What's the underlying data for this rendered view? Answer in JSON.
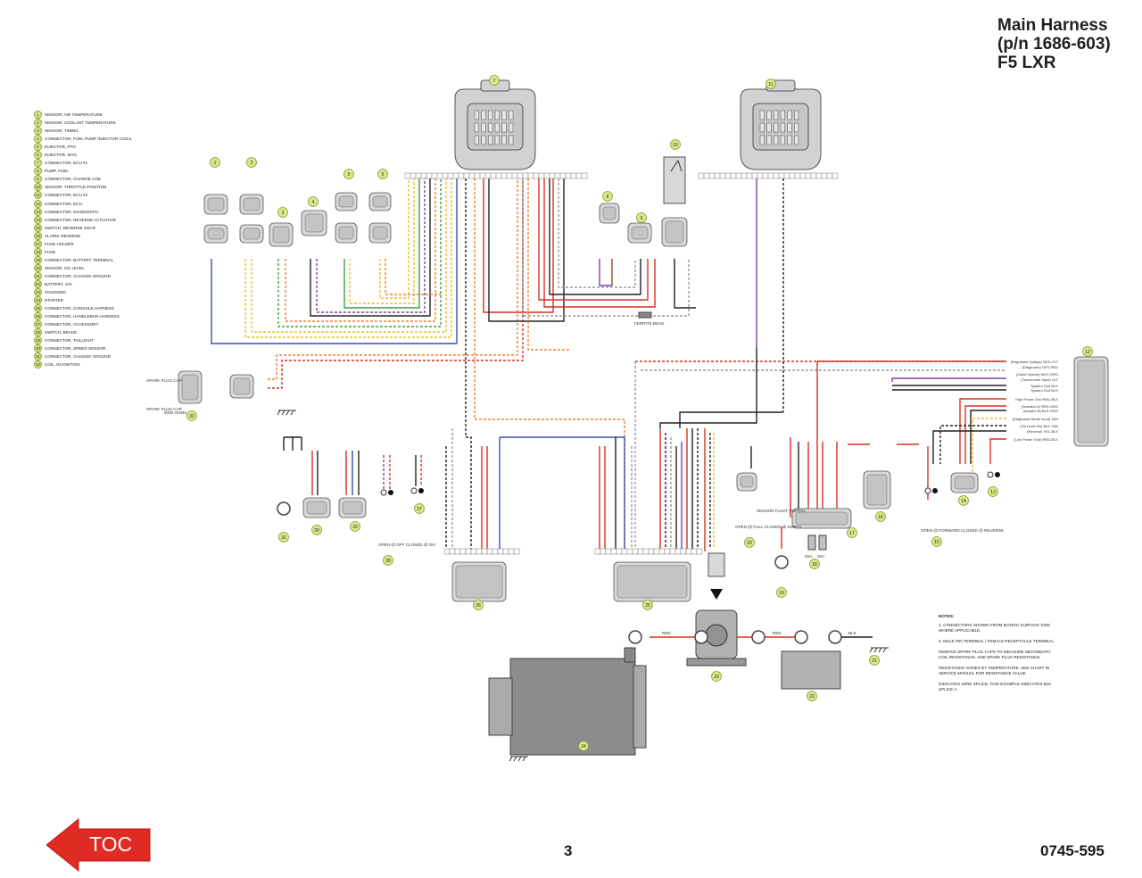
{
  "title_lines": [
    "Main Harness",
    "(p/n 1686-603)",
    "F5 LXR"
  ],
  "page_number": "3",
  "doc_number": "0745-595",
  "toc_label": "TOC",
  "legend": [
    {
      "n": "1",
      "label": "SENSOR, AIR TEMPERATURE"
    },
    {
      "n": "2",
      "label": "SENSOR, COOLANT TEMPERATURE"
    },
    {
      "n": "3",
      "label": "SENSOR, TIMING"
    },
    {
      "n": "4",
      "label": "CONNECTOR, FUEL PUMP INJECTOR COILS"
    },
    {
      "n": "5",
      "label": "INJECTOR, PTO"
    },
    {
      "n": "6",
      "label": "INJECTOR, MAG"
    },
    {
      "n": "7",
      "label": "CONNECTOR, ECU #1"
    },
    {
      "n": "8",
      "label": "PUMP, FUEL"
    },
    {
      "n": "9",
      "label": "CONNECTOR, CHARGE COIL"
    },
    {
      "n": "10",
      "label": "SENSOR, THROTTLE POSITION"
    },
    {
      "n": "11",
      "label": "CONNECTOR, ECU #2"
    },
    {
      "n": "12",
      "label": "CONNECTOR, ECU"
    },
    {
      "n": "13",
      "label": "CONNECTOR, DIAGNOSTIC"
    },
    {
      "n": "14",
      "label": "CONNECTOR, REVERSE ACTUATOR"
    },
    {
      "n": "15",
      "label": "SWITCH, REVERSE GEAR"
    },
    {
      "n": "16",
      "label": "ALARM, REVERSE"
    },
    {
      "n": "17",
      "label": "FUSE HOLDER"
    },
    {
      "n": "18",
      "label": "FUSE"
    },
    {
      "n": "19",
      "label": "CONNECTOR, BATTERY TERMINAL"
    },
    {
      "n": "20",
      "label": "SENSOR, OIL LEVEL"
    },
    {
      "n": "21",
      "label": "CONNECTOR, CHASSIS GROUND"
    },
    {
      "n": "22",
      "label": "BATTERY, 12V"
    },
    {
      "n": "23",
      "label": "SOLENOID"
    },
    {
      "n": "24",
      "label": "STARTER"
    },
    {
      "n": "25",
      "label": "CONNECTOR, CONSOLE HARNESS"
    },
    {
      "n": "26",
      "label": "CONNECTOR, HANDLEBAR HARNESS"
    },
    {
      "n": "27",
      "label": "CONNECTOR, ACCESSORY"
    },
    {
      "n": "28",
      "label": "SWITCH, BRAKE"
    },
    {
      "n": "29",
      "label": "CONNECTOR, TAILLIGHT"
    },
    {
      "n": "30",
      "label": "CONNECTOR, SPEED SENSOR"
    },
    {
      "n": "31",
      "label": "CONNECTOR, CHASSIS GROUND"
    },
    {
      "n": "32",
      "label": "COIL, IN IGNITION"
    }
  ],
  "ecu12_pins": [
    "(Regulated Voltage) RED-VLT",
    "(Diagnostic) GRY-RED",
    "(Clutch Speed) WHT-ORG",
    "(Tachometer Input) VLT",
    "System Gnd BLK",
    "System Gnd BLK",
    "High Power Gnd RED-BLK",
    "(Actuator A) RED-ORG",
    "Actuator B) BLK-ORG",
    "(Diagnostic Mode Input) TAN",
    "(Oil Level Sw) BLK-TAN",
    "(Reverse) YEL-BLK",
    "(Low Power Gnd) RED-BLK"
  ],
  "callouts": [
    "1",
    "2",
    "3",
    "4",
    "5",
    "6",
    "7",
    "8",
    "9",
    "10",
    "11",
    "12",
    "13",
    "14",
    "15",
    "16",
    "17",
    "18",
    "19",
    "20",
    "21",
    "22",
    "23",
    "24",
    "25",
    "26",
    "27",
    "28",
    "29",
    "30",
    "31",
    "32"
  ],
  "labels": {
    "ferrite_bead": "FERRITE BEAD",
    "spark_plug_cap": "SPARK PLUG CAP",
    "ohms_5000": "5000 OHMS",
    "brake_switch": "OPEN @ OFF CLOSED @ ON",
    "oil_switch": "OPEN @ FULL CLOSED @ EMPTY",
    "oil_sensor": "SENSOR FLOAT SWITCH",
    "reverse_switch": "OPEN @ FORWARD CLOSED @ REVERSE",
    "red": "RED",
    "blk": "BLK",
    "fuse_a": "20A",
    "fuse_b": "20A"
  },
  "notes": {
    "title": "NOTES:",
    "items": [
      "1. CONNECTORS SHOWN FROM MATING SURFACE SIDE WHERE APPLICABLE.",
      "2. MALE PIN TERMINAL / FEMALE RECEPTACLE TERMINAL",
      "REMOVE SPARK PLUG CAPS TO MEASURE SECONDARY COIL RESISTANCE, AND SPARK PLUG RESISTANCE.",
      "RESISTANCE VARIES BY TEMPERATURE, SEE CHART IN SERVICE MANUAL FOR RESISTANCE VALUE.",
      "INDICATES WIRE SPLICE, THIS EXAMPLE INDICATES BLK SPLICE A."
    ]
  },
  "colors": {
    "blue": "#3a4fb0",
    "yellow": "#e8c020",
    "green": "#3aa040",
    "orange": "#f08030",
    "red": "#d83020",
    "black": "#222222",
    "gray": "#999999",
    "purple": "#8040a0",
    "brown": "#8a5030",
    "accent": "#d9e98a",
    "toc": "#e02a24"
  }
}
